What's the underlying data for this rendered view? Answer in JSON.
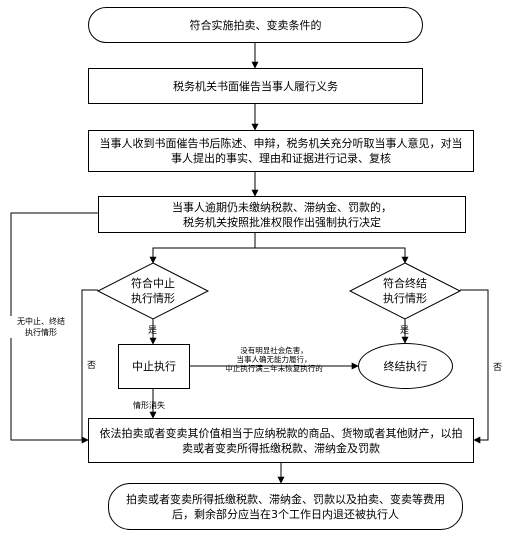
{
  "nodes": {
    "start": "符合实施拍卖、变卖条件的",
    "notice": "税务机关书面催告当事人履行义务",
    "statement": "当事人收到书面催告书后陈述、申辩，税务机关充分听取当事人意见，对当事人提出的事实、理由和证据进行记录、复核",
    "overdue": "当事人逾期仍未缴纳税款、滞纳金、罚款的，\n税务机关按照批准权限作出强制执行决定",
    "suspend_cond": "符合中止\n执行情形",
    "terminate_cond": "符合终结\n执行情形",
    "suspend": "中止执行",
    "terminate": "终结执行",
    "auction": "依法拍卖或者变卖其价值相当于应纳税款的商品、货物或者其他财产，以拍卖或者变卖所得抵缴税款、滞纳金及罚款",
    "refund": "拍卖或者变卖所得抵缴税款、滞纳金、罚款以及拍卖、变卖等费用后，剩余部分应当在3个工作日内退还被执行人"
  },
  "edge_labels": {
    "no_suspend_terminate": "无中止、终结\n执行情形",
    "no_left": "否",
    "no_right": "否",
    "yes_left": "是",
    "yes_right": "是",
    "suspend_to_terminate": "没有明显社会危害，\n当事人确无能力履行，\n中止执行满三年未恢复执行的",
    "circumstance_gone": "情形消失"
  }
}
